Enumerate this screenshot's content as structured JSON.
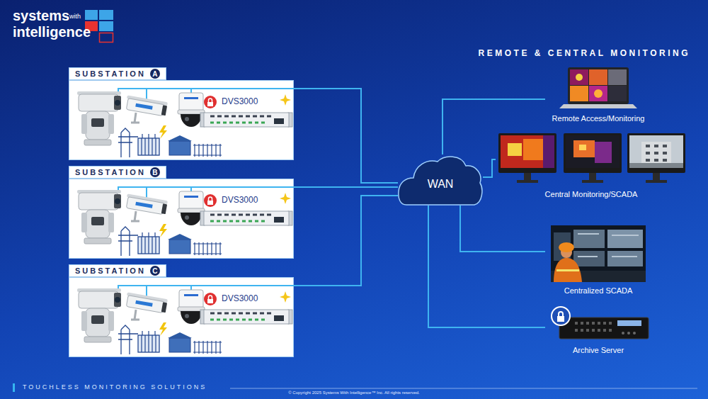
{
  "diagram": {
    "title": "REMOTE & CENTRAL MONITORING",
    "nodes": [
      {
        "text": [
          "SUBSTATION",
          "A"
        ]
      },
      {
        "text": [
          "DVS3000"
        ],
        "in": 0
      },
      {
        "text": [
          "SUBSTATION",
          "B"
        ]
      },
      {
        "text": [
          "DVS3000"
        ],
        "in": 2
      },
      {
        "text": [
          "SUBSTATION",
          "C"
        ]
      },
      {
        "text": [
          "DVS3000"
        ],
        "in": 4
      },
      {
        "text": [
          "WAN"
        ]
      },
      {
        "text": [
          "Remote Access/Monitoring"
        ]
      },
      {
        "text": [
          "Central Monitoring/SCADA"
        ]
      },
      {
        "text": [
          "Centralized SCADA"
        ]
      },
      {
        "text": [
          "Archive Server"
        ]
      }
    ],
    "edges": [
      {
        "from": 0,
        "to": 6,
        "arrow": "none"
      },
      {
        "from": 2,
        "to": 6,
        "arrow": "none"
      },
      {
        "from": 4,
        "to": 6,
        "arrow": "none"
      },
      {
        "from": 6,
        "to": 7,
        "arrow": "none"
      },
      {
        "from": 6,
        "to": 8,
        "arrow": "none"
      },
      {
        "from": 6,
        "to": 9,
        "arrow": "none"
      },
      {
        "from": 6,
        "to": 10,
        "arrow": "none"
      }
    ],
    "labels": [
      "systems",
      "with",
      "intelligence",
      "TOUCHLESS MONITORING SOLUTIONS",
      "© Copyright 2025 Systems With Intelligence™ Inc. All rights reserved."
    ]
  }
}
